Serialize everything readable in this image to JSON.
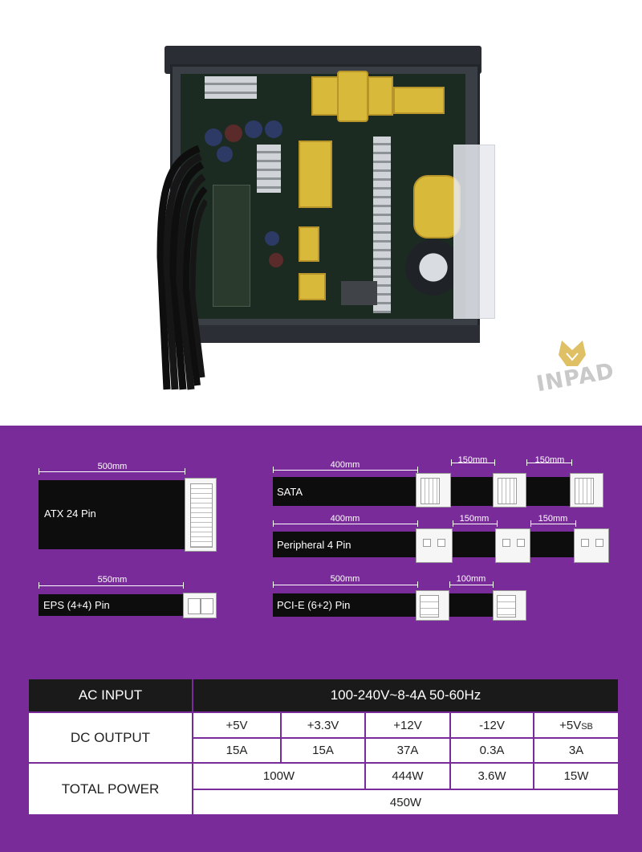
{
  "watermark": {
    "text": "INPAD"
  },
  "cables": {
    "atx": {
      "label": "ATX 24 Pin",
      "lengths": [
        "500mm"
      ]
    },
    "eps": {
      "label": "EPS (4+4) Pin",
      "lengths": [
        "550mm"
      ]
    },
    "sata": {
      "label": "SATA",
      "lengths": [
        "400mm",
        "150mm",
        "150mm"
      ]
    },
    "peripheral": {
      "label": "Peripheral 4 Pin",
      "lengths": [
        "400mm",
        "150mm",
        "150mm"
      ]
    },
    "pcie": {
      "label": "PCI-E (6+2) Pin",
      "lengths": [
        "500mm",
        "100mm"
      ]
    }
  },
  "table": {
    "ac_input_label": "AC INPUT",
    "ac_input_value": "100-240V~8-4A 50-60Hz",
    "dc_output_label": "DC OUTPUT",
    "total_power_label": "TOTAL POWER",
    "rails": [
      "+5V",
      "+3.3V",
      "+12V",
      "-12V",
      "+5V"
    ],
    "rail_5vsb_suffix": "SB",
    "currents": [
      "15A",
      "15A",
      "37A",
      "0.3A",
      "3A"
    ],
    "power_combined": "100W",
    "power_12v": "444W",
    "power_neg12v": "3.6W",
    "power_5vsb": "15W",
    "total": "450W"
  },
  "colors": {
    "background_purple": "#7a2b9a",
    "table_header": "#1a1a1a",
    "cable": "#0d0d0d"
  }
}
